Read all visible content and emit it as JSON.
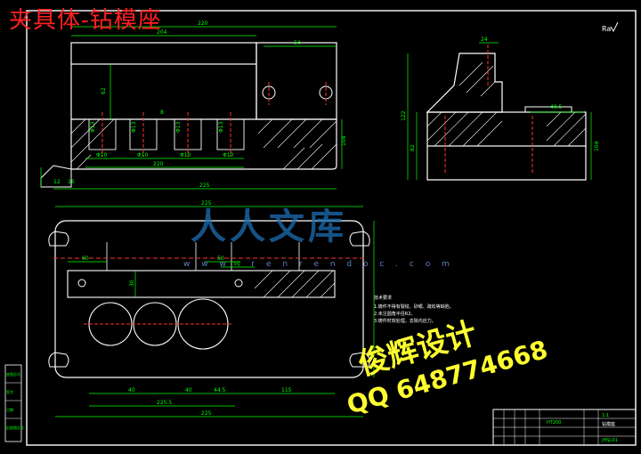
{
  "drawing": {
    "title": "夹具体-钻模座",
    "roughness_mark": "Ra",
    "watermark_site": "人人文库",
    "watermark_url": "w w w . r e n r e n d o c . c o m",
    "watermark_name": "俊辉设计",
    "watermark_qq": "QQ 648774668"
  },
  "colors": {
    "background": "#000000",
    "outline": "#ffffff",
    "dimension": "#00ff00",
    "hatch": "#ffffff",
    "center": "#ff3030",
    "title_red": "#ff2020",
    "watermark_yellow": "#ffff30",
    "watermark_blue": "#1c6fb4"
  },
  "front_view_dims": [
    "220",
    "204",
    "54",
    "62",
    "8",
    "Φ13",
    "Φ13",
    "Φ13",
    "Φ13",
    "Φ10",
    "Φ10",
    "Φ10",
    "Φ10",
    "220",
    "12",
    "225",
    "104",
    "16"
  ],
  "side_view_dims": [
    "24",
    "46.5",
    "122",
    "82",
    "104"
  ],
  "plan_view_dims": [
    "225",
    "60",
    "50",
    "50",
    "30",
    "40",
    "40",
    "44.5",
    "115",
    "225.5",
    "225"
  ],
  "tech_requirements": {
    "heading": "技术要求",
    "lines": [
      "1.铸件不得有裂纹、砂眼、疏松等缺陷。",
      "2.未注圆角半径R2。",
      "3.铸件时效处理，去除内应力。"
    ]
  },
  "title_block": {
    "part_name": "钻模座",
    "material": "HT200",
    "scale": "1:1",
    "drawing_no": "JHSJ-01"
  },
  "left_strip_labels": [
    "底图总号",
    "签字",
    "日期",
    "旧底图总号"
  ]
}
